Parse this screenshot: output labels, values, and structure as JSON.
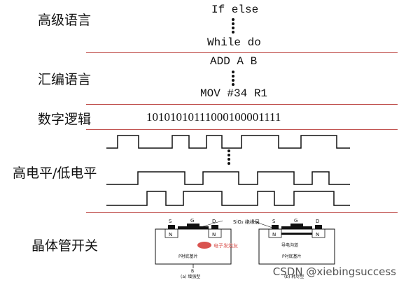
{
  "rows": {
    "high_level": {
      "label": "高级语言",
      "top_code": "If else",
      "bottom_code": "While do"
    },
    "assembly": {
      "label": "汇编语言",
      "top_code": "ADD A B",
      "bottom_code": "MOV #34 R1"
    },
    "digital_logic": {
      "label": "数字逻辑",
      "bits": "10101010111000100001111"
    },
    "levels": {
      "label": "高电平/低电平"
    },
    "transistor": {
      "label": "晶体管开关",
      "diagram": {
        "gate_oxide_label": "SiO₂ 绝缘层",
        "terminals": [
          "S",
          "G",
          "D"
        ],
        "doping_label": "N",
        "substrate_label": "P衬底基片",
        "channel_label": "导电沟道",
        "body_label": "B",
        "caption_left": "(a) 增强型",
        "caption_right": "(b) 耗尽型",
        "stamp_text": "电子发烧友"
      }
    }
  },
  "watermark": "CSDN @xiebingsuccess"
}
